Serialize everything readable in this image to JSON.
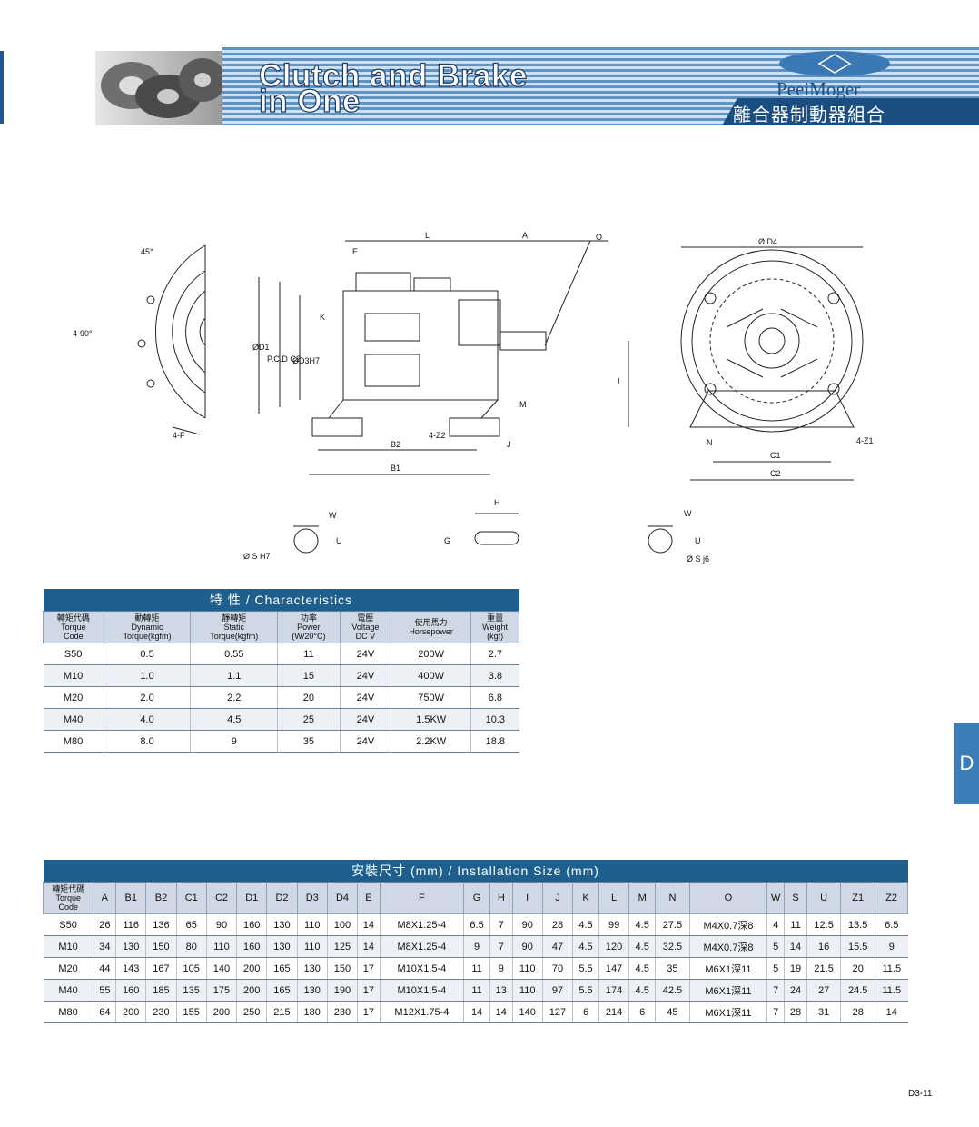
{
  "header": {
    "title_line1": "Clutch and Brake",
    "title_line2": "in One",
    "brand": "PeeiMoger",
    "title_zh": "離合器制動器組合"
  },
  "side_tab": "D",
  "page_number": "D3-11",
  "drawing_labels": {
    "angle45": "45°",
    "angle90": "4-90°",
    "f": "4-F",
    "e": "E",
    "l": "L",
    "a": "A",
    "o": "O",
    "k": "K",
    "d1": "ØD1",
    "pcd": "P.C.D C2",
    "d3": "ØD3H7",
    "m": "M",
    "z2": "4-Z2",
    "j": "J",
    "b2": "B2",
    "b1": "B1",
    "d4": "Ø D4",
    "i": "I",
    "n": "N",
    "z1": "4-Z1",
    "c1": "C1",
    "c2": "C2",
    "w1": "W",
    "u1": "U",
    "sh7": "Ø S H7",
    "h": "H",
    "g": "G",
    "w2": "W",
    "u2": "U",
    "sj6": "Ø S j6"
  },
  "characteristics": {
    "caption": "特 性 / Characteristics",
    "headers": [
      {
        "zh": "轉矩代碼",
        "en1": "Torque",
        "en2": "Code"
      },
      {
        "zh": "動轉矩",
        "en1": "Dynamic",
        "en2": "Torque(kgfm)"
      },
      {
        "zh": "靜轉矩",
        "en1": "Static",
        "en2": "Torque(kgfm)"
      },
      {
        "zh": "功率",
        "en1": "Power",
        "en2": "(W/20°C)"
      },
      {
        "zh": "電壓",
        "en1": "Voltage",
        "en2": "DC V"
      },
      {
        "zh": "使用馬力",
        "en1": "Horsepower",
        "en2": ""
      },
      {
        "zh": "重量",
        "en1": "Weight",
        "en2": "(kgf)"
      }
    ],
    "rows": [
      [
        "S50",
        "0.5",
        "0.55",
        "11",
        "24V",
        "200W",
        "2.7"
      ],
      [
        "M10",
        "1.0",
        "1.1",
        "15",
        "24V",
        "400W",
        "3.8"
      ],
      [
        "M20",
        "2.0",
        "2.2",
        "20",
        "24V",
        "750W",
        "6.8"
      ],
      [
        "M40",
        "4.0",
        "4.5",
        "25",
        "24V",
        "1.5KW",
        "10.3"
      ],
      [
        "M80",
        "8.0",
        "9",
        "35",
        "24V",
        "2.2KW",
        "18.8"
      ]
    ]
  },
  "installation": {
    "caption": "安裝尺寸 (mm) / Installation Size (mm)",
    "code_header": {
      "zh": "轉矩代碼",
      "en1": "Torque",
      "en2": "Code"
    },
    "headers": [
      "A",
      "B1",
      "B2",
      "C1",
      "C2",
      "D1",
      "D2",
      "D3",
      "D4",
      "E",
      "F",
      "G",
      "H",
      "I",
      "J",
      "K",
      "L",
      "M",
      "N",
      "O",
      "W",
      "S",
      "U",
      "Z1",
      "Z2"
    ],
    "rows": [
      [
        "S50",
        "26",
        "116",
        "136",
        "65",
        "90",
        "160",
        "130",
        "110",
        "100",
        "14",
        "M8X1.25-4",
        "6.5",
        "7",
        "90",
        "28",
        "4.5",
        "99",
        "4.5",
        "27.5",
        "M4X0.7深8",
        "4",
        "11",
        "12.5",
        "13.5",
        "6.5"
      ],
      [
        "M10",
        "34",
        "130",
        "150",
        "80",
        "110",
        "160",
        "130",
        "110",
        "125",
        "14",
        "M8X1.25-4",
        "9",
        "7",
        "90",
        "47",
        "4.5",
        "120",
        "4.5",
        "32.5",
        "M4X0.7深8",
        "5",
        "14",
        "16",
        "15.5",
        "9"
      ],
      [
        "M20",
        "44",
        "143",
        "167",
        "105",
        "140",
        "200",
        "165",
        "130",
        "150",
        "17",
        "M10X1.5-4",
        "11",
        "9",
        "110",
        "70",
        "5.5",
        "147",
        "4.5",
        "35",
        "M6X1深11",
        "5",
        "19",
        "21.5",
        "20",
        "11.5"
      ],
      [
        "M40",
        "55",
        "160",
        "185",
        "135",
        "175",
        "200",
        "165",
        "130",
        "190",
        "17",
        "M10X1.5-4",
        "11",
        "13",
        "110",
        "97",
        "5.5",
        "174",
        "4.5",
        "42.5",
        "M6X1深11",
        "7",
        "24",
        "27",
        "24.5",
        "11.5"
      ],
      [
        "M80",
        "64",
        "200",
        "230",
        "155",
        "200",
        "250",
        "215",
        "180",
        "230",
        "17",
        "M12X1.75-4",
        "14",
        "14",
        "140",
        "127",
        "6",
        "214",
        "6",
        "45",
        "M6X1深11",
        "7",
        "28",
        "31",
        "28",
        "14"
      ]
    ]
  }
}
